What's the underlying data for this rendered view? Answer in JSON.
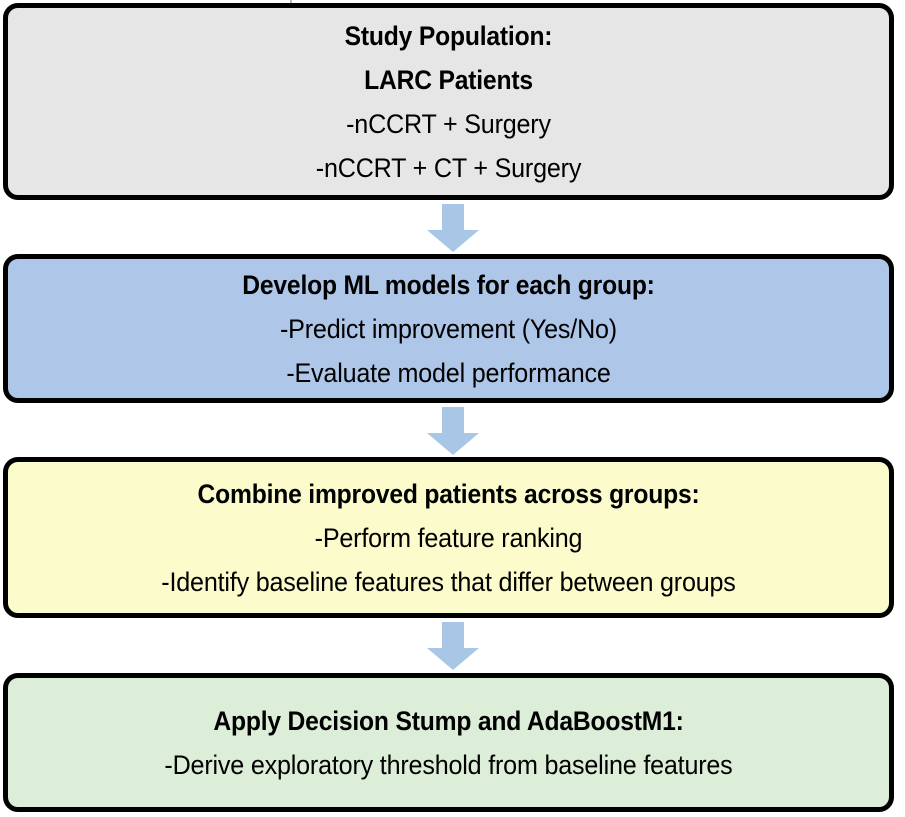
{
  "diagram": {
    "type": "flowchart",
    "orientation": "vertical",
    "background_color": "#FFFFFF",
    "border_color": "#000000",
    "arrow_color": "#A8C6E5",
    "nodes": [
      {
        "id": "study-population",
        "fill_color": "#E7E6E6",
        "lines": [
          {
            "text": "Study Population:",
            "bold": true
          },
          {
            "text": "LARC Patients",
            "bold": true
          },
          {
            "text": "-nCCRT + Surgery",
            "bold": false
          },
          {
            "text": "-nCCRT + CT + Surgery",
            "bold": false
          }
        ]
      },
      {
        "id": "develop-ml-models",
        "fill_color": "#AEC6E8",
        "lines": [
          {
            "text": "Develop ML models for each group:",
            "bold": true
          },
          {
            "text": "-Predict improvement (Yes/No)",
            "bold": false
          },
          {
            "text": "-Evaluate model performance",
            "bold": false
          }
        ]
      },
      {
        "id": "combine-improved-patients",
        "fill_color": "#FBFBCB",
        "lines": [
          {
            "text": "Combine improved patients across groups:",
            "bold": true
          },
          {
            "text": "-Perform feature ranking",
            "bold": false
          },
          {
            "text": "-Identify baseline features that differ between groups",
            "bold": false
          }
        ]
      },
      {
        "id": "apply-decision-stump",
        "fill_color": "#DCEDD8",
        "lines": [
          {
            "text": "Apply Decision Stump and AdaBoostM1:",
            "bold": true
          },
          {
            "text": "-Derive exploratory threshold from baseline features",
            "bold": false
          }
        ]
      }
    ],
    "arrows": [
      {
        "id": "arrow-1",
        "from": "study-population",
        "to": "develop-ml-models",
        "direction": "down"
      },
      {
        "id": "arrow-2",
        "from": "develop-ml-models",
        "to": "combine-improved-patients",
        "direction": "down"
      },
      {
        "id": "arrow-3",
        "from": "combine-improved-patients",
        "to": "apply-decision-stump",
        "direction": "down"
      }
    ]
  }
}
